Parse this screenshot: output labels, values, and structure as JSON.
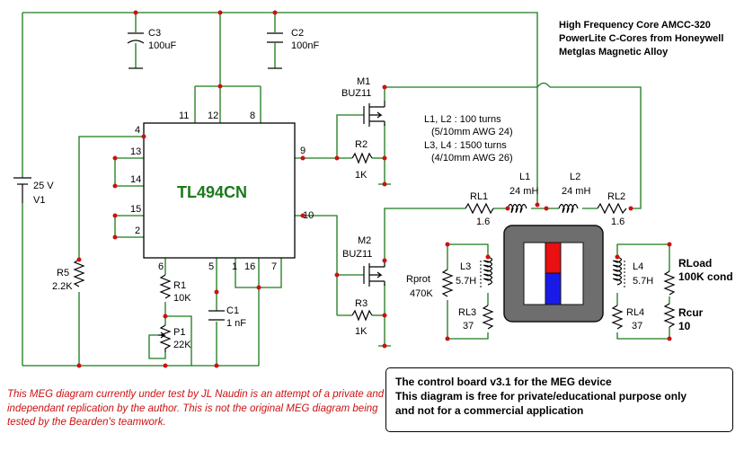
{
  "header_notes": [
    "High Frequency Core AMCC-320",
    "PowerLite C-Cores from Honeywell",
    "Metglas Magnetic Alloy"
  ],
  "coil_notes": [
    "L1, L2 : 100 turns",
    "(5/10mm AWG 24)",
    "L3, L4 : 1500 turns",
    "(4/10mm AWG 26)"
  ],
  "ic": {
    "name": "TL494CN",
    "pins": [
      "11",
      "12",
      "8",
      "4",
      "13",
      "14",
      "15",
      "2",
      "9",
      "10",
      "6",
      "5",
      "1",
      "16",
      "7"
    ]
  },
  "components": {
    "c3": {
      "ref": "C3",
      "value": "100uF"
    },
    "c2": {
      "ref": "C2",
      "value": "100nF"
    },
    "v1": {
      "ref": "V1",
      "value": "25 V"
    },
    "r5": {
      "ref": "R5",
      "value": "2.2K"
    },
    "r1": {
      "ref": "R1",
      "value": "10K"
    },
    "p1": {
      "ref": "P1",
      "value": "22K"
    },
    "c1": {
      "ref": "C1",
      "value": "1 nF"
    },
    "m1": {
      "ref": "M1",
      "value": "BUZ11"
    },
    "m2": {
      "ref": "M2",
      "value": "BUZ11"
    },
    "r2": {
      "ref": "R2",
      "value": "1K"
    },
    "r3": {
      "ref": "R3",
      "value": "1K"
    },
    "rl1": {
      "ref": "RL1",
      "value": "1.6"
    },
    "l1": {
      "ref": "L1",
      "value": "24 mH"
    },
    "l2": {
      "ref": "L2",
      "value": "24 mH"
    },
    "rl2": {
      "ref": "RL2",
      "value": "1.6"
    },
    "rprot": {
      "ref": "Rprot",
      "value": "470K"
    },
    "l3": {
      "ref": "L3",
      "value": "5.7H"
    },
    "rl3": {
      "ref": "RL3",
      "value": "37"
    },
    "l4": {
      "ref": "L4",
      "value": "5.7H"
    },
    "rl4": {
      "ref": "RL4",
      "value": "37"
    },
    "rload": {
      "ref": "RLoad",
      "value": "100K cond"
    },
    "rcur": {
      "ref": "Rcur",
      "value": "10"
    }
  },
  "disclaimer": "This MEG diagram currently under test by JL Naudin is an attempt of a private and independant replication by the author. This is not the original MEG diagram being tested by the Bearden's teamwork.",
  "info_box": [
    "The control board v3.1 for the MEG device",
    "This diagram is free for private/educational purpose only",
    "and not for a commercial application"
  ],
  "colors": {
    "wire": "#1a7a1a",
    "junction": "#cc1111",
    "magnet_north": "#e81010",
    "magnet_south": "#1a1ae8",
    "core": "#6e6e6e",
    "note_text": "#cc1111"
  }
}
